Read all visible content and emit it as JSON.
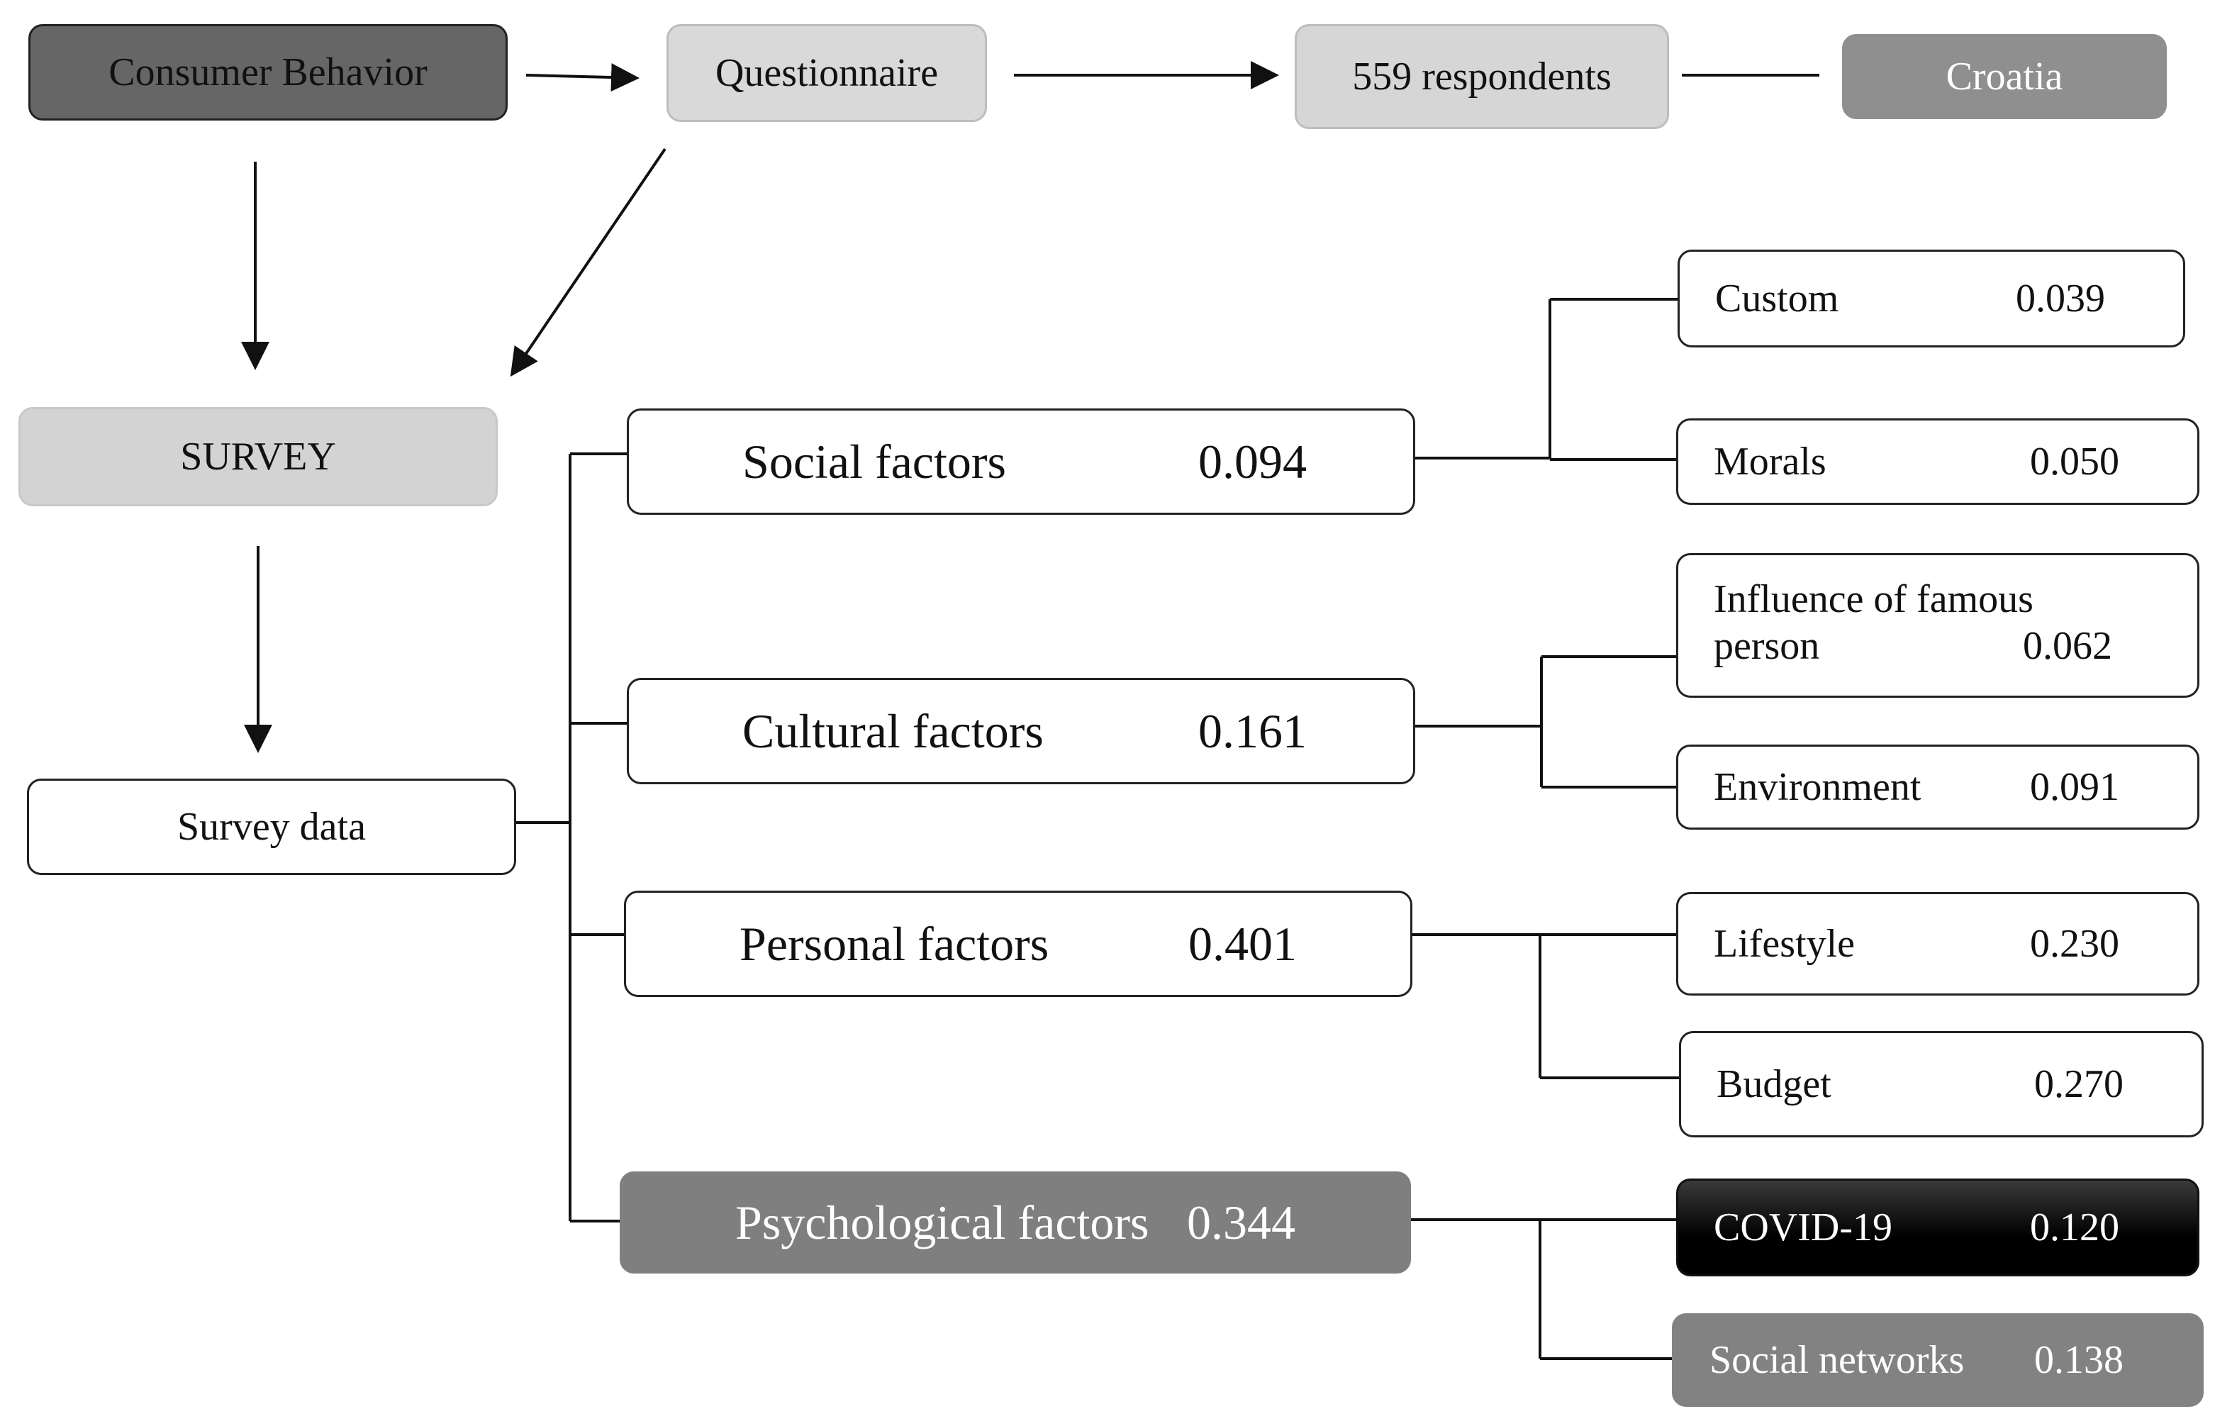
{
  "top": {
    "consumer_behavior": "Consumer Behavior",
    "questionnaire": "Questionnaire",
    "respondents": "559 respondents",
    "country": "Croatia"
  },
  "left": {
    "survey": "SURVEY",
    "survey_data": "Survey data"
  },
  "factors": {
    "social": {
      "label": "Social factors",
      "value": "0.094"
    },
    "cultural": {
      "label": "Cultural factors",
      "value": "0.161"
    },
    "personal": {
      "label": "Personal factors",
      "value": "0.401"
    },
    "psychological": {
      "label": "Psychological factors",
      "value": "0.344"
    }
  },
  "subfactors": {
    "custom": {
      "label": "Custom",
      "value": "0.039"
    },
    "morals": {
      "label": "Morals",
      "value": "0.050"
    },
    "famous": {
      "label_line1": "Influence of famous",
      "label_line2": "person",
      "value": "0.062"
    },
    "environment": {
      "label": "Environment",
      "value": "0.091"
    },
    "lifestyle": {
      "label": "Lifestyle",
      "value": "0.230"
    },
    "budget": {
      "label": "Budget",
      "value": "0.270"
    },
    "covid": {
      "label": "COVID-19",
      "value": "0.120"
    },
    "social_networks": {
      "label": "Social networks",
      "value": "0.138"
    }
  },
  "colors": {
    "consumer_fill": "#666666",
    "light_fill": "#d6d6d6",
    "croatia_fill": "#8f8f8f",
    "psych_fill": "#7f7f7f",
    "covid_fill": "#000000",
    "line": "#111111"
  }
}
